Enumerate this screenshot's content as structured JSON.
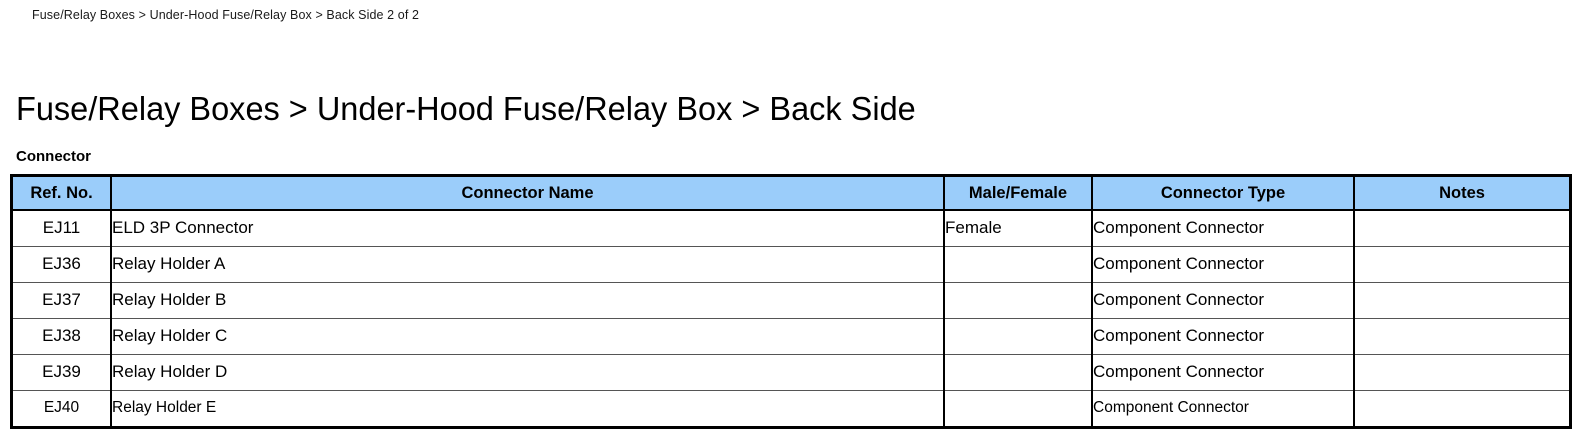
{
  "breadcrumb": {
    "text": "Fuse/Relay Boxes > Under-Hood Fuse/Relay Box > Back Side 2 of 2"
  },
  "page": {
    "title": "Fuse/Relay Boxes > Under-Hood Fuse/Relay Box > Back Side",
    "section_label": "Connector"
  },
  "colors": {
    "header_blue": "#9BCDFA",
    "border_black": "#000000",
    "row_divider": "#555555",
    "text": "#000000",
    "page_background": "#ffffff"
  },
  "table": {
    "columns": [
      {
        "key": "ref_no",
        "label": "Ref. No."
      },
      {
        "key": "connector_name",
        "label": "Connector Name"
      },
      {
        "key": "male_female",
        "label": "Male/Female"
      },
      {
        "key": "connector_type",
        "label": "Connector Type"
      },
      {
        "key": "notes",
        "label": "Notes"
      }
    ],
    "rows": [
      {
        "ref_no": "EJ11",
        "connector_name": "ELD 3P Connector",
        "male_female": "Female",
        "connector_type": "Component Connector",
        "notes": ""
      },
      {
        "ref_no": "EJ36",
        "connector_name": "Relay Holder A",
        "male_female": "",
        "connector_type": "Component Connector",
        "notes": ""
      },
      {
        "ref_no": "EJ37",
        "connector_name": "Relay Holder B",
        "male_female": "",
        "connector_type": "Component Connector",
        "notes": ""
      },
      {
        "ref_no": "EJ38",
        "connector_name": "Relay Holder C",
        "male_female": "",
        "connector_type": "Component Connector",
        "notes": ""
      },
      {
        "ref_no": "EJ39",
        "connector_name": "Relay Holder D",
        "male_female": "",
        "connector_type": "Component Connector",
        "notes": ""
      },
      {
        "ref_no": "EJ40",
        "connector_name": "Relay Holder E",
        "male_female": "",
        "connector_type": "Component Connector",
        "notes": ""
      }
    ]
  }
}
